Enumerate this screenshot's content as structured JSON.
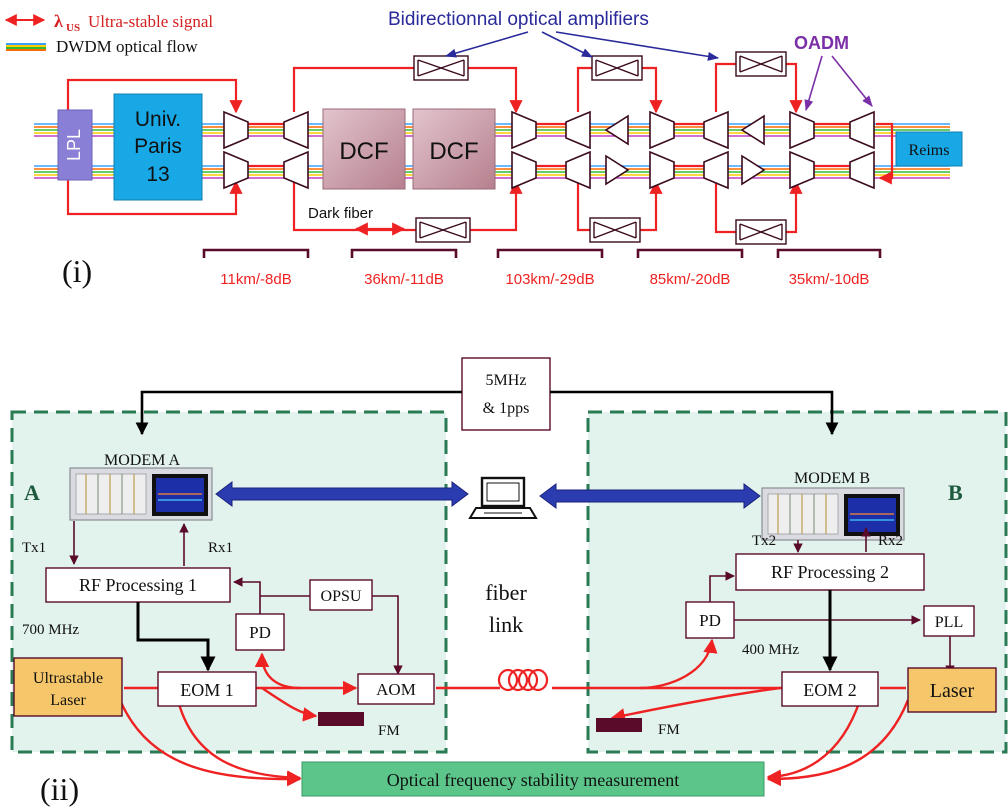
{
  "colors": {
    "signal": "#ee2222",
    "arrow_dark": "#5a0b2a",
    "amp_blue": "#2a2a9a",
    "oadm_purple": "#7b2fa6",
    "univ_blue": "#18a8e6",
    "lpl_purple": "#8a7fd6",
    "dcf_mauve": "#c89aa8",
    "laser_orange": "#f6c76a",
    "measure_green": "#5cc58a",
    "zone_green": "#e2f2ec",
    "zone_border": "#2a7a54",
    "laptop_arrow": "#2b3bb0",
    "fm_block": "#5a0b2a"
  },
  "part1": {
    "legend": {
      "signal_symbol": "λ",
      "signal_subscript": "US",
      "signal_label": "Ultra-stable signal",
      "flow_label": "DWDM optical flow"
    },
    "amp_callout": "Bidirectionnal optical amplifiers",
    "oadm_callout": "OADM",
    "lpl": "LPL",
    "univ_line1": "Univ.",
    "univ_line2": "Paris",
    "univ_line3": "13",
    "dcf_1": "DCF",
    "dcf_2": "DCF",
    "reims": "Reims",
    "dark_fiber": "Dark fiber",
    "spans": [
      "11km/-8dB",
      "36km/-11dB",
      "103km/-29dB",
      "85km/-20dB",
      "35km/-10dB"
    ],
    "part_label": "(i)"
  },
  "part2": {
    "sync_line1": "5MHz",
    "sync_line2": "& 1pps",
    "modem_a": "MODEM A",
    "modem_b": "MODEM B",
    "site_a": "A",
    "site_b": "B",
    "tx1": "Tx1",
    "rx1": "Rx1",
    "tx2": "Tx2",
    "rx2": "Rx2",
    "rf1": "RF Processing 1",
    "rf2": "RF Processing 2",
    "opsu": "OPSU",
    "pd_a": "PD",
    "pd_b": "PD",
    "pll": "PLL",
    "freq_a": "700 MHz",
    "freq_b": "400 MHz",
    "laser_a_line1": "Ultrastable",
    "laser_a_line2": "Laser",
    "laser_b": "Laser",
    "eom1": "EOM 1",
    "eom2": "EOM 2",
    "aom": "AOM",
    "fm_a": "FM",
    "fm_b": "FM",
    "fiber_line1": "fiber",
    "fiber_line2": "link",
    "measure": "Optical frequency stability measurement",
    "part_label": "(ii)"
  }
}
